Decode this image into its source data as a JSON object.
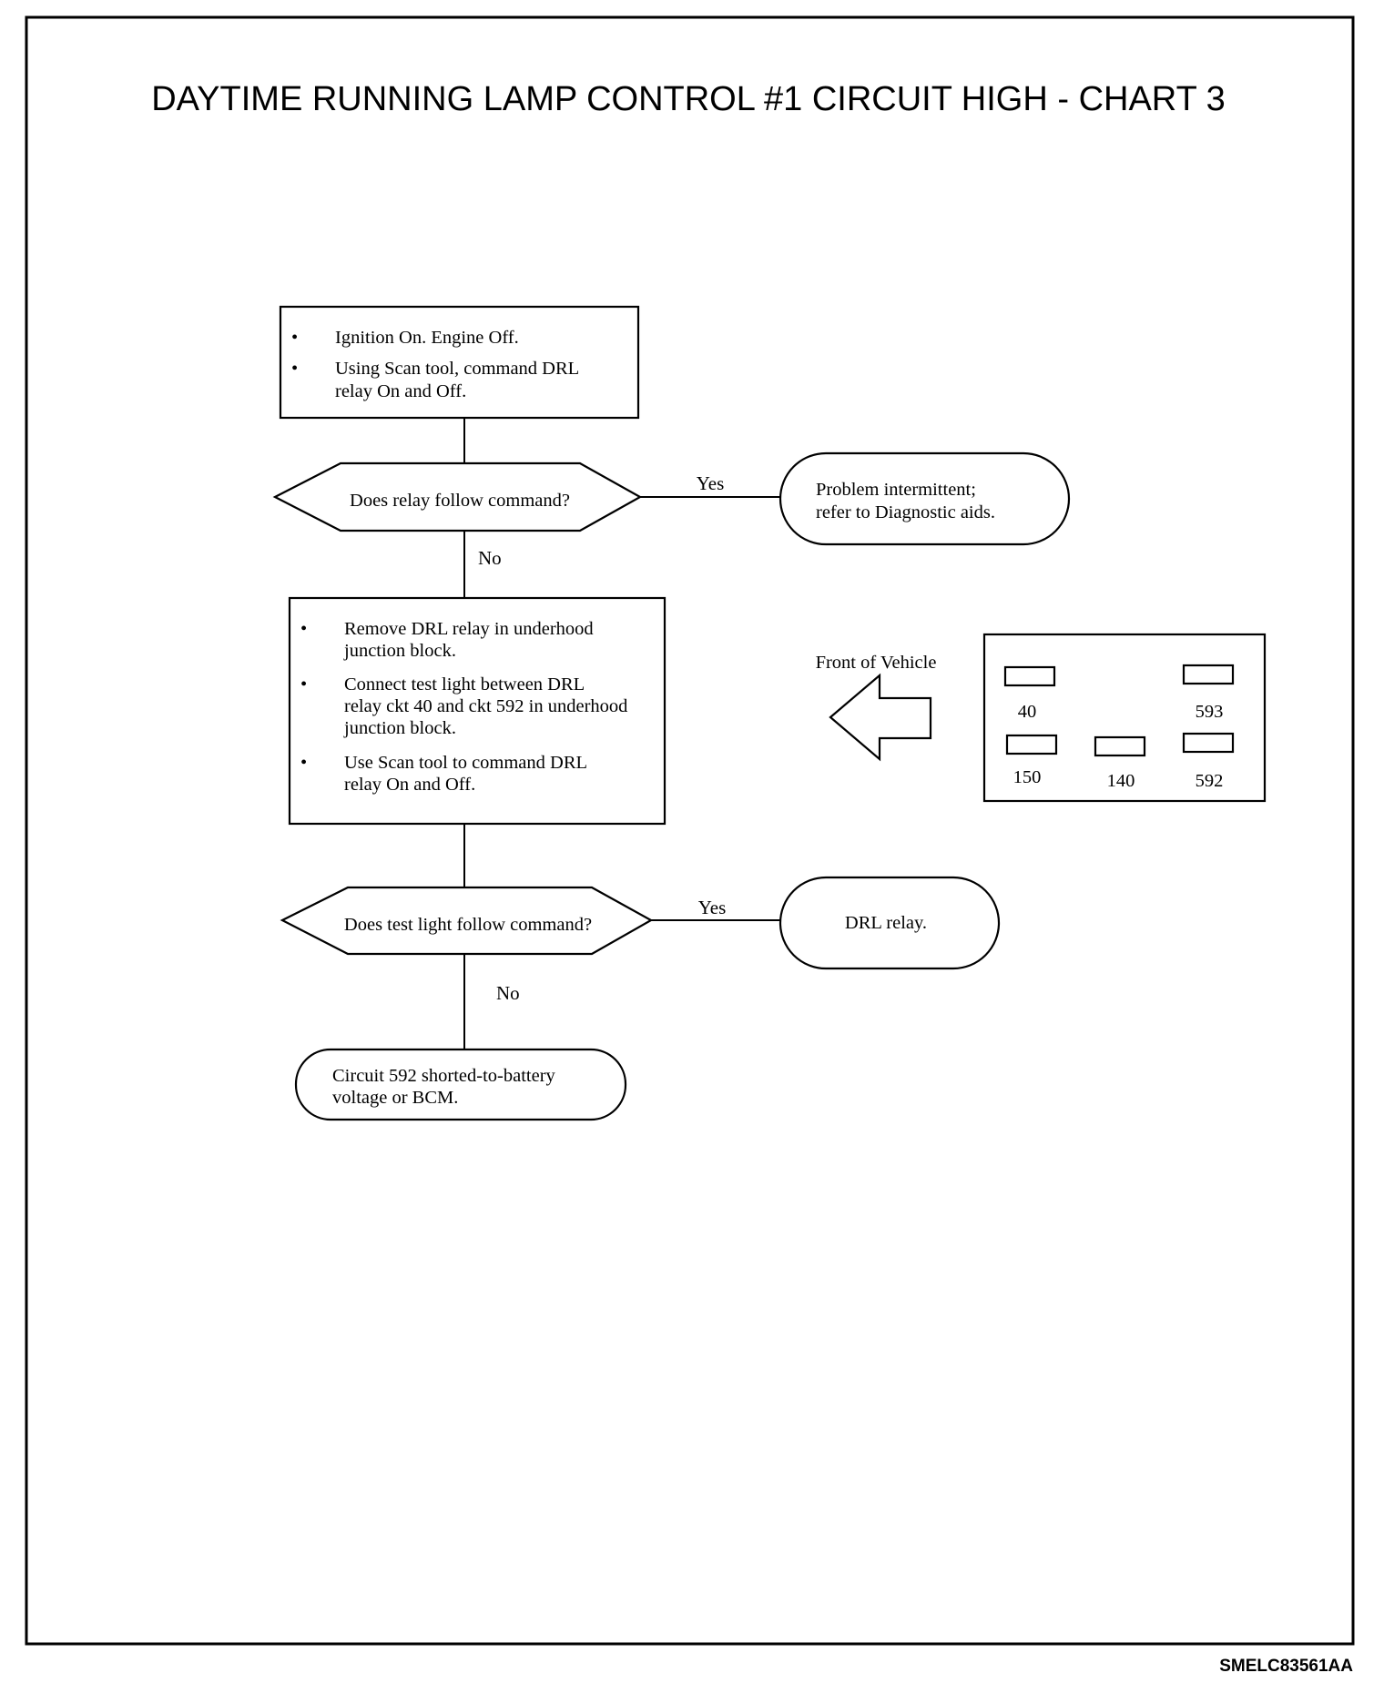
{
  "title": "DAYTIME RUNNING LAMP CONTROL #1 CIRCUIT HIGH - CHART 3",
  "steps": {
    "step1": {
      "bullets": [
        [
          "Ignition On. Engine Off."
        ],
        [
          "Using Scan tool, command DRL",
          "relay On and Off."
        ]
      ]
    },
    "decision1": {
      "question": "Does relay follow command?",
      "yes_label": "Yes",
      "no_label": "No"
    },
    "result1": {
      "lines": [
        "Problem intermittent;",
        "refer to Diagnostic aids."
      ]
    },
    "step2": {
      "bullets": [
        [
          "Remove DRL relay in underhood",
          "junction block."
        ],
        [
          "Connect test light between DRL",
          "relay ckt 40 and ckt 592  in underhood",
          "junction block."
        ],
        [
          "Use Scan tool to command DRL",
          "relay On and Off."
        ]
      ]
    },
    "decision2": {
      "question": "Does test light follow command?",
      "yes_label": "Yes",
      "no_label": "No"
    },
    "result2": {
      "lines": [
        "DRL relay."
      ]
    },
    "result3": {
      "lines": [
        "Circuit 592 shorted-to-battery",
        "voltage or BCM."
      ]
    }
  },
  "connector": {
    "front_label": "Front of Vehicle",
    "terminals": [
      "40",
      "593",
      "150",
      "140",
      "592"
    ]
  },
  "bullet_symbol": "•",
  "figure_code": "SMELC83561AA"
}
